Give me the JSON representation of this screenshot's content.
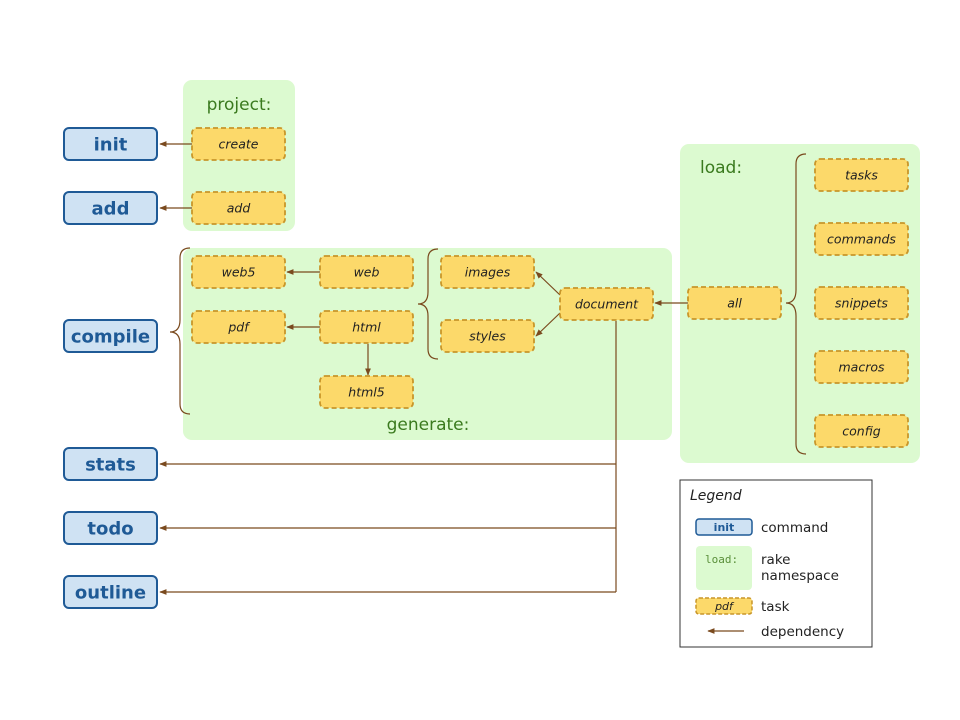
{
  "colors": {
    "namespace_fill": "#dcfad0",
    "command_fill": "#cfe2f3",
    "command_stroke": "#1f5a96",
    "task_fill": "#fcd96a",
    "task_stroke": "#c8962a",
    "edge": "#7a4a1e"
  },
  "namespaces": {
    "project": "project:",
    "load": "load:",
    "generate": "generate:"
  },
  "commands": {
    "init": "init",
    "add": "add",
    "compile": "compile",
    "stats": "stats",
    "todo": "todo",
    "outline": "outline"
  },
  "tasks": {
    "create": "create",
    "add": "add",
    "web5": "web5",
    "web": "web",
    "pdf": "pdf",
    "html": "html",
    "html5": "html5",
    "images": "images",
    "styles": "styles",
    "document": "document",
    "all": "all",
    "tasks": "tasks",
    "commands": "commands",
    "snippets": "snippets",
    "macros": "macros",
    "config": "config"
  },
  "legend": {
    "title": "Legend",
    "command_sample": "init",
    "command_label": "command",
    "namespace_sample": "load:",
    "namespace_label_line1": "rake",
    "namespace_label_line2": "namespace",
    "task_sample": "pdf",
    "task_label": "task",
    "dependency_label": "dependency"
  }
}
